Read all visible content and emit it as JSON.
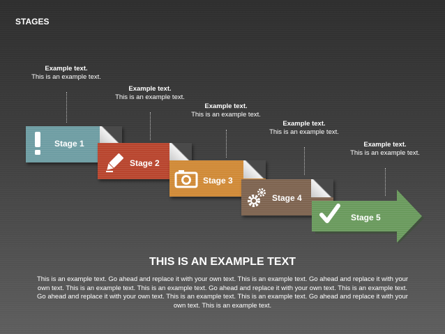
{
  "slide_title": "STAGES",
  "stages": [
    {
      "label": "Stage 1",
      "icon": "exclamation-icon",
      "color": "#6e9da3",
      "callout": {
        "title": "Example text.",
        "body": "This is an example text."
      }
    },
    {
      "label": "Stage 2",
      "icon": "pencil-icon",
      "color": "#b8452e",
      "callout": {
        "title": "Example text.",
        "body": "This is an example text."
      }
    },
    {
      "label": "Stage 3",
      "icon": "camera-icon",
      "color": "#d08a37",
      "callout": {
        "title": "Example text.",
        "body": "This is an example text."
      }
    },
    {
      "label": "Stage 4",
      "icon": "gears-icon",
      "color": "#7e6450",
      "callout": {
        "title": "Example text.",
        "body": "This is an example text."
      }
    },
    {
      "label": "Stage 5",
      "icon": "checkmark-icon",
      "color": "#6a9a5d",
      "callout": {
        "title": "Example text.",
        "body": "This is an example text."
      }
    }
  ],
  "heading": "THIS IS AN EXAMPLE TEXT",
  "body": "This is an example text. Go ahead and replace it with your own text. This is an example text. Go ahead and replace it with your own text. This is an example text. This is an example text. Go ahead and replace it with your own text. This is an example text. Go ahead and replace it with your own text. This is an example text. This is an example text. Go ahead and replace it with your own text. This is an example text."
}
